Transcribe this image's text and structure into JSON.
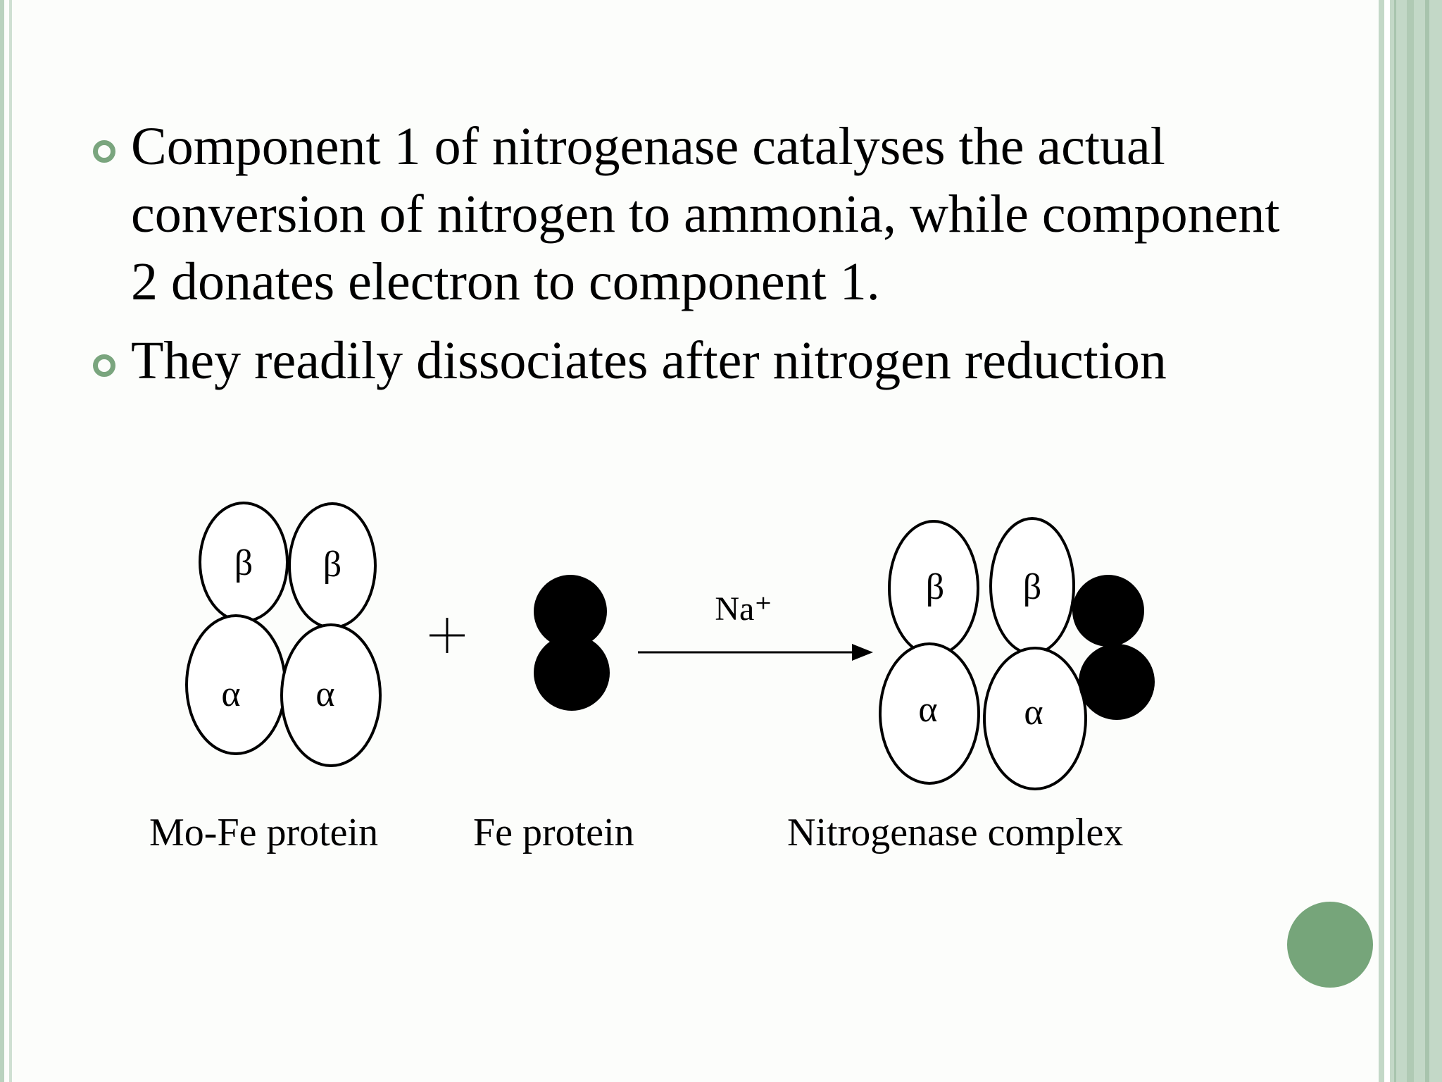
{
  "bullets": [
    "Component 1 of nitrogenase catalyses the actual conversion of nitrogen to ammonia, while component 2 donates electron to component 1.",
    "They readily dissociates after nitrogen reduction"
  ],
  "diagram": {
    "subunit_beta": "β",
    "subunit_alpha": "α",
    "plus": "+",
    "arrow_label": "Na⁺",
    "captions": {
      "mofe": "Mo-Fe protein",
      "fe": "Fe protein",
      "complex": "Nitrogenase complex"
    }
  },
  "colors": {
    "accent": "#76a57a",
    "bullet_ring": "#7aa57e",
    "frame": "#c3d8c7"
  }
}
